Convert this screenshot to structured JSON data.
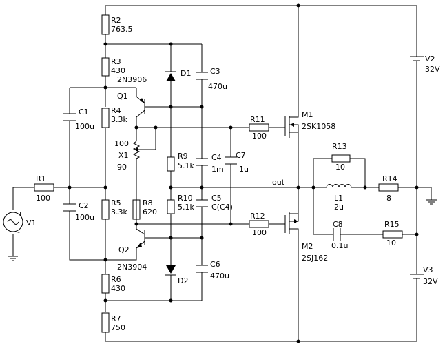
{
  "net_out": "out",
  "components": {
    "R1": {
      "ref": "R1",
      "value": "100"
    },
    "R2": {
      "ref": "R2",
      "value": "763.5"
    },
    "R3": {
      "ref": "R3",
      "value": "430"
    },
    "R4": {
      "ref": "R4",
      "value": "3.3k"
    },
    "R5": {
      "ref": "R5",
      "value": "3.3k"
    },
    "R6": {
      "ref": "R6",
      "value": "430"
    },
    "R7": {
      "ref": "R7",
      "value": "750"
    },
    "R8": {
      "ref": "R8",
      "value": "620"
    },
    "R9": {
      "ref": "R9",
      "value": "5.1k"
    },
    "R10": {
      "ref": "R10",
      "value": "5.1k"
    },
    "R11": {
      "ref": "R11",
      "value": "100"
    },
    "R12": {
      "ref": "R12",
      "value": "100"
    },
    "R13": {
      "ref": "R13",
      "value": "10"
    },
    "R14": {
      "ref": "R14",
      "value": "8"
    },
    "R15": {
      "ref": "R15",
      "value": "10"
    },
    "C1": {
      "ref": "C1",
      "value": "100u"
    },
    "C2": {
      "ref": "C2",
      "value": "100u"
    },
    "C3": {
      "ref": "C3",
      "value": "470u"
    },
    "C4": {
      "ref": "C4",
      "value": "1m"
    },
    "C5": {
      "ref": "C5",
      "value": "C(C4)"
    },
    "C6": {
      "ref": "C6",
      "value": "470u"
    },
    "C7": {
      "ref": "C7",
      "value": "1u"
    },
    "C8": {
      "ref": "C8",
      "value": "0.1u"
    },
    "L1": {
      "ref": "L1",
      "value": "2u"
    },
    "D1": {
      "ref": "D1"
    },
    "D2": {
      "ref": "D2"
    },
    "Q1": {
      "ref": "Q1",
      "model": "2N3906"
    },
    "Q2": {
      "ref": "Q2",
      "model": "2N3904"
    },
    "M1": {
      "ref": "M1",
      "model": "2SK1058"
    },
    "M2": {
      "ref": "M2",
      "model": "2SJ162"
    },
    "X1": {
      "ref": "X1",
      "top": "100",
      "bottom": "90"
    },
    "V1": {
      "ref": "V1"
    },
    "V2": {
      "ref": "V2",
      "value": "32V"
    },
    "V3": {
      "ref": "V3",
      "value": "32V"
    }
  },
  "symbols": {
    "plus": "+",
    "minus": "-"
  }
}
